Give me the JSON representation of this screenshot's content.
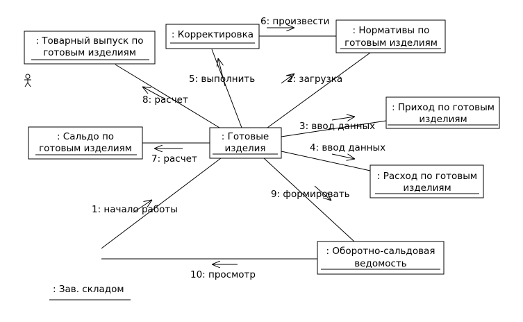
{
  "objects": {
    "tovarny": {
      "line1": ": Товарный выпуск по",
      "line2": "готовым изделиям"
    },
    "korrekt": {
      "line1": ": Корректировка"
    },
    "normativy": {
      "line1": ": Нормативы по",
      "line2": "готовым изделиям"
    },
    "prikhod": {
      "line1": ": Приход по готовым",
      "line2": "изделиям"
    },
    "saldo": {
      "line1": ": Сальдо по",
      "line2": "готовым изделиям"
    },
    "gotovye": {
      "line1": ": Готовые",
      "line2": "изделия"
    },
    "raskhod": {
      "line1": ": Расход по готовым",
      "line2": "изделиям"
    },
    "oborot": {
      "line1": ": Оборотно-сальдовая",
      "line2": "ведомость"
    }
  },
  "actor": {
    "name": ": Зав. складом"
  },
  "messages": {
    "m1": "1: начало работы",
    "m2": "2: загрузка",
    "m3": "3: ввод данных",
    "m4": "4: ввод данных",
    "m5": "5: выполнить",
    "m6": "6: произвести",
    "m7": "7: расчет",
    "m8": "8: расчет",
    "m9": "9: формировать",
    "m10": "10: просмотр"
  }
}
